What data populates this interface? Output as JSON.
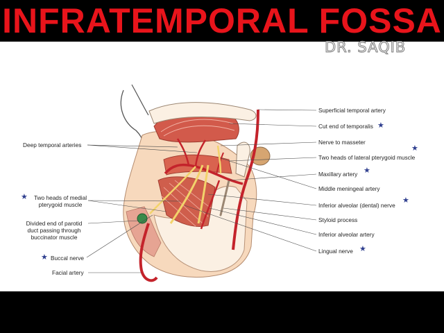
{
  "header": {
    "title": "INFRATEMPORAL FOSSA",
    "author": "DR. SAQIB"
  },
  "labels": {
    "superficial_temporal_artery": "Superficial temporal artery",
    "cut_end_temporalis": "Cut end of temporalis",
    "nerve_to_masseter": "Nerve to masseter",
    "lateral_pterygoid": "Two heads of lateral pterygoid muscle",
    "maxillary_artery": "Maxillary artery",
    "middle_meningeal": "Middle meningeal artery",
    "inferior_alveolar_nerve": "Inferior alveolar (dental) nerve",
    "styloid_process": "Styloid process",
    "inferior_alveolar_artery": "Inferior alveolar artery",
    "lingual_nerve": "Lingual nerve",
    "deep_temporal_arteries": "Deep temporal arteries",
    "medial_pterygoid_1": "Two heads of medial",
    "medial_pterygoid_2": "pterygoid muscle",
    "parotid_1": "Divided end of parotid",
    "parotid_2": "duct passing through",
    "parotid_3": "buccinator muscle",
    "buccal_nerve": "Buccal nerve",
    "facial_artery": "Facial artery"
  },
  "colors": {
    "title": "#e8141b",
    "star": "#2f3f8f",
    "artery": "#c4232b",
    "nerve": "#f2d36b",
    "muscle": "#d9634f",
    "skin": "#f7d9bd"
  }
}
